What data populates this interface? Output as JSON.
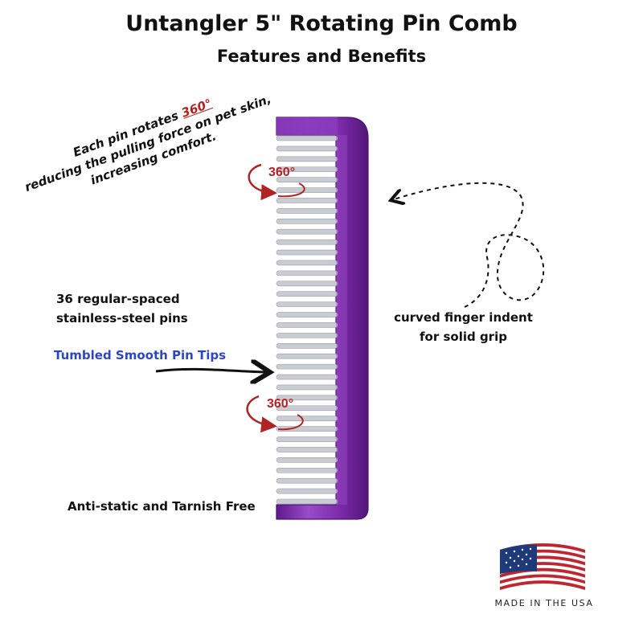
{
  "title": "Untangler 5\" Rotating Pin Comb",
  "subtitle": "Features and Benefits",
  "callouts": {
    "rotation_prefix": "Each pin rotates ",
    "rotation_highlight": "360°",
    "rotation_line2": "reducing the pulling force on pet skin,",
    "rotation_line3": "increasing comfort.",
    "pins_line1": "36 regular-spaced",
    "pins_line2": "stainless-steel pins",
    "tips": "Tumbled Smooth Pin Tips",
    "indent_line1": "curved finger indent",
    "indent_line2": "for solid grip",
    "anti_static": "Anti-static and Tarnish Free"
  },
  "badges": {
    "degree_label": "360°",
    "made_in": "MADE IN THE USA"
  },
  "colors": {
    "comb_purple": "#7b2aa8",
    "highlight_red": "#b32323",
    "tips_blue": "#2b47c4",
    "pin_steel": "#c9ccd2"
  },
  "icons": [
    "rotation-arrow-icon",
    "curly-arrow-icon",
    "pointer-arrow-icon",
    "usa-flag-icon"
  ]
}
